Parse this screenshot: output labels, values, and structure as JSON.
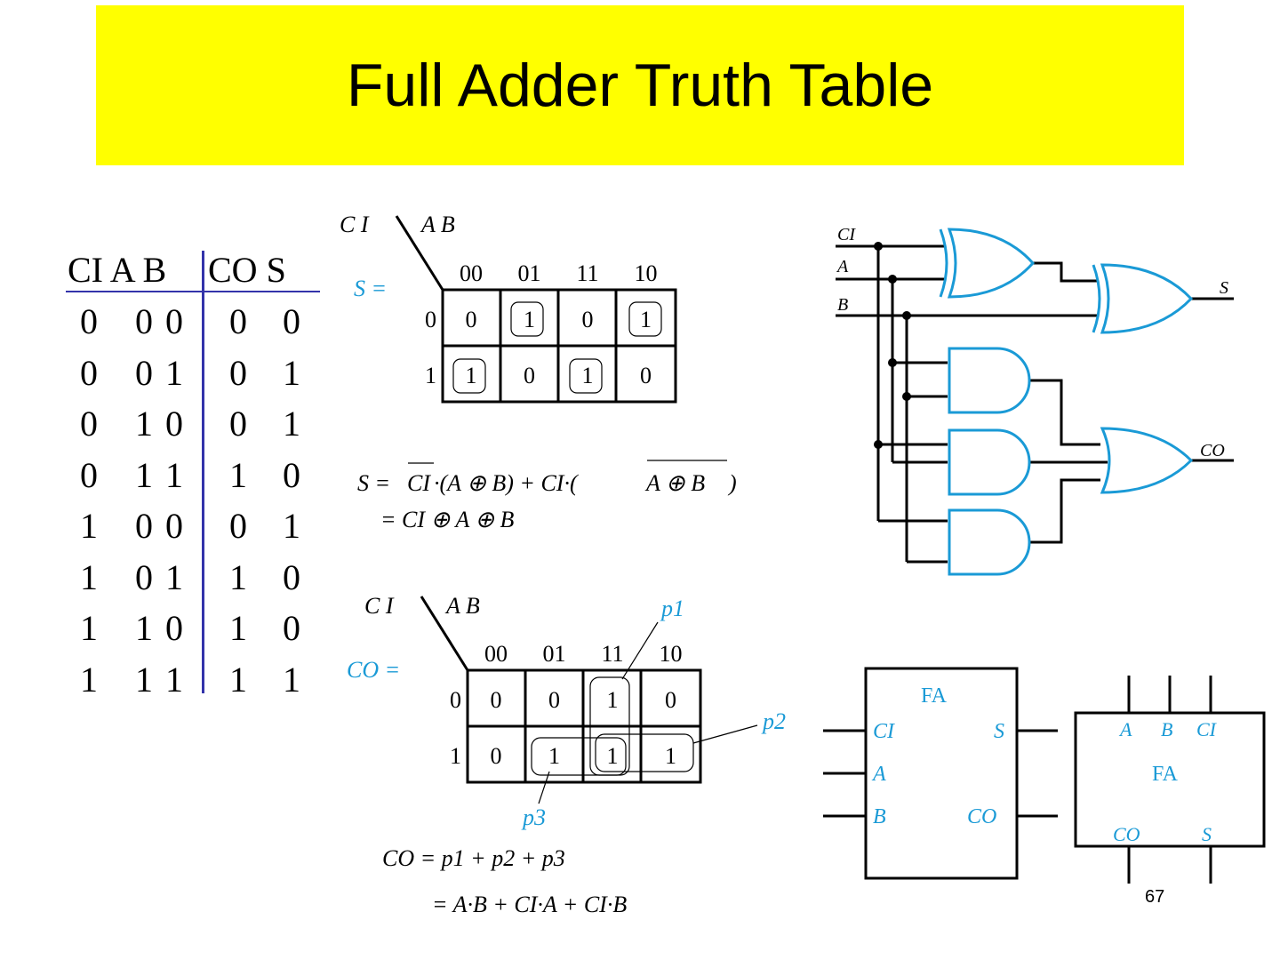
{
  "title": "Full Adder Truth Table",
  "page_number": "67",
  "truth_table": {
    "headers": [
      "CI A B",
      "CO S"
    ],
    "rows": [
      {
        "ci": "0",
        "a": "0",
        "b": "0",
        "co": "0",
        "s": "0"
      },
      {
        "ci": "0",
        "a": "0",
        "b": "1",
        "co": "0",
        "s": "1"
      },
      {
        "ci": "0",
        "a": "1",
        "b": "0",
        "co": "0",
        "s": "1"
      },
      {
        "ci": "0",
        "a": "1",
        "b": "1",
        "co": "1",
        "s": "0"
      },
      {
        "ci": "1",
        "a": "0",
        "b": "0",
        "co": "0",
        "s": "1"
      },
      {
        "ci": "1",
        "a": "0",
        "b": "1",
        "co": "1",
        "s": "0"
      },
      {
        "ci": "1",
        "a": "1",
        "b": "0",
        "co": "1",
        "s": "0"
      },
      {
        "ci": "1",
        "a": "1",
        "b": "1",
        "co": "1",
        "s": "1"
      }
    ]
  },
  "kmap_s": {
    "corner_row": "C I",
    "corner_col": "A B",
    "label": "S =",
    "col_heads": [
      "00",
      "01",
      "11",
      "10"
    ],
    "row_heads": [
      "0",
      "1"
    ],
    "cells": [
      [
        "0",
        "1",
        "0",
        "1"
      ],
      [
        "1",
        "0",
        "1",
        "0"
      ]
    ],
    "eq_line1_lhs": "S =",
    "eq_line1_t1": "CI",
    "eq_line1_t2": "·(A ⊕ B) + CI·(",
    "eq_line1_t3": "A ⊕ B",
    "eq_line1_end": ")",
    "eq_line2": "= CI ⊕ A ⊕ B"
  },
  "kmap_co": {
    "corner_row": "C I",
    "corner_col": "A B",
    "label": "CO =",
    "col_heads": [
      "00",
      "01",
      "11",
      "10"
    ],
    "row_heads": [
      "0",
      "1"
    ],
    "cells": [
      [
        "0",
        "0",
        "1",
        "0"
      ],
      [
        "0",
        "1",
        "1",
        "1"
      ]
    ],
    "p1": "p1",
    "p2": "p2",
    "p3": "p3",
    "eq_line1": "CO = p1 + p2 + p3",
    "eq_line2": "= A·B + CI·A + CI·B"
  },
  "circuit": {
    "in_ci": "CI",
    "in_a": "A",
    "in_b": "B",
    "out_s": "S",
    "out_co": "CO"
  },
  "fa_block1": {
    "name": "FA",
    "ci": "CI",
    "a": "A",
    "b": "B",
    "s": "S",
    "co": "CO"
  },
  "fa_block2": {
    "name": "FA",
    "a": "A",
    "b": "B",
    "ci": "CI",
    "co": "CO",
    "s": "S"
  },
  "colors": {
    "title_bg": "#ffff00",
    "accent_blue": "#1a9ad6",
    "table_rule": "#3333aa"
  }
}
